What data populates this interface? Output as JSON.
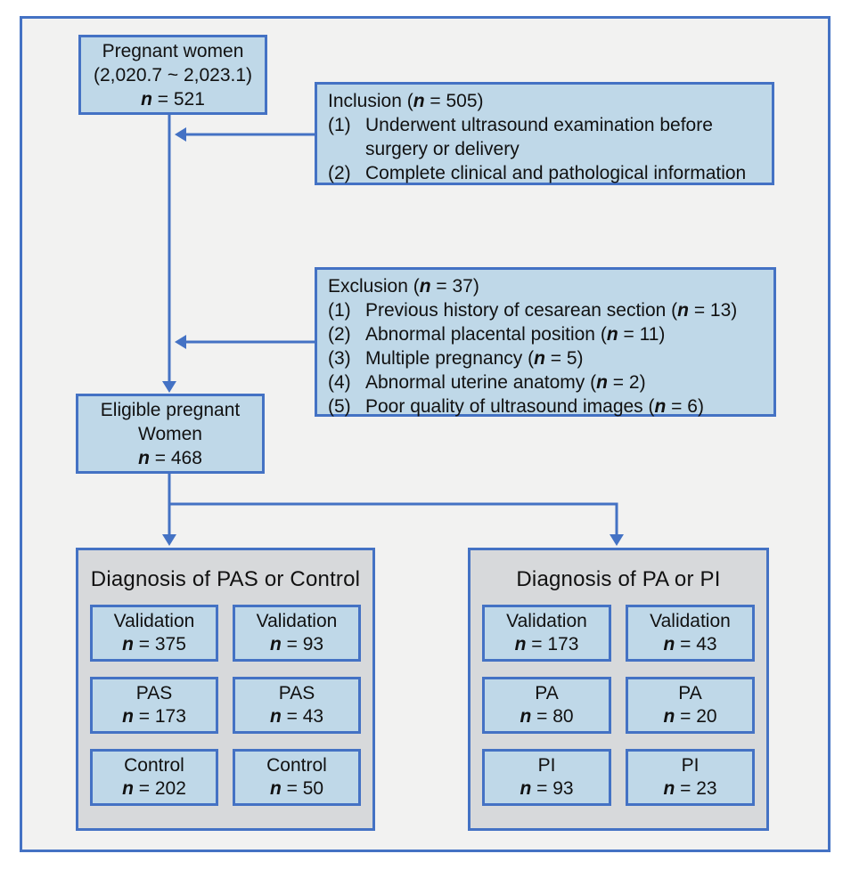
{
  "colors": {
    "border_blue": "#4472c4",
    "box_fill": "#bfd8e8",
    "group_fill": "#d7d9db",
    "canvas_bg": "#f2f2f1",
    "page_bg": "#ffffff",
    "text": "#111111"
  },
  "pregnant_box": {
    "line1": "Pregnant women",
    "line2": "(2,020.7 ~ 2,023.1)",
    "stat": {
      "n": "n",
      "rest": " = 521"
    }
  },
  "inclusion_box": {
    "heading": {
      "pre": "Inclusion (",
      "n": "n",
      "post": " = 505)"
    },
    "items": [
      {
        "num": "(1)",
        "pre": "Underwent ultrasound examination before surgery or delivery",
        "n": "",
        "post": ""
      },
      {
        "num": "(2)",
        "pre": "Complete clinical and pathological information",
        "n": "",
        "post": ""
      }
    ]
  },
  "exclusion_box": {
    "heading": {
      "pre": "Exclusion (",
      "n": "n",
      "post": " = 37)"
    },
    "items": [
      {
        "num": "(1)",
        "pre": "Previous history of cesarean section (",
        "n": "n",
        "post": " = 13)"
      },
      {
        "num": "(2)",
        "pre": "Abnormal placental position (",
        "n": "n",
        "post": " = 11)"
      },
      {
        "num": "(3)",
        "pre": "Multiple pregnancy (",
        "n": "n",
        "post": " = 5)"
      },
      {
        "num": "(4)",
        "pre": "Abnormal uterine anatomy (",
        "n": "n",
        "post": " = 2)"
      },
      {
        "num": "(5)",
        "pre": "Poor quality of ultrasound images (",
        "n": "n",
        "post": " = 6)"
      }
    ]
  },
  "eligible_box": {
    "line1": "Eligible pregnant",
    "line2": "Women",
    "stat": {
      "n": "n",
      "rest": " = 468"
    }
  },
  "group_left": {
    "title": "Diagnosis of PAS or Control",
    "cells": [
      {
        "label": "Validation",
        "n": "n",
        "rest": " = 375"
      },
      {
        "label": "Validation",
        "n": "n",
        "rest": " = 93"
      },
      {
        "label": "PAS",
        "n": "n",
        "rest": " = 173"
      },
      {
        "label": "PAS",
        "n": "n",
        "rest": " = 43"
      },
      {
        "label": "Control",
        "n": "n",
        "rest": " = 202"
      },
      {
        "label": "Control",
        "n": "n",
        "rest": " = 50"
      }
    ]
  },
  "group_right": {
    "title": "Diagnosis of PA or PI",
    "cells": [
      {
        "label": "Validation",
        "n": "n",
        "rest": " = 173"
      },
      {
        "label": "Validation",
        "n": "n",
        "rest": " = 43"
      },
      {
        "label": "PA",
        "n": "n",
        "rest": " = 80"
      },
      {
        "label": "PA",
        "n": "n",
        "rest": " = 20"
      },
      {
        "label": "PI",
        "n": "n",
        "rest": " = 93"
      },
      {
        "label": "PI",
        "n": "n",
        "rest": " = 23"
      }
    ]
  }
}
